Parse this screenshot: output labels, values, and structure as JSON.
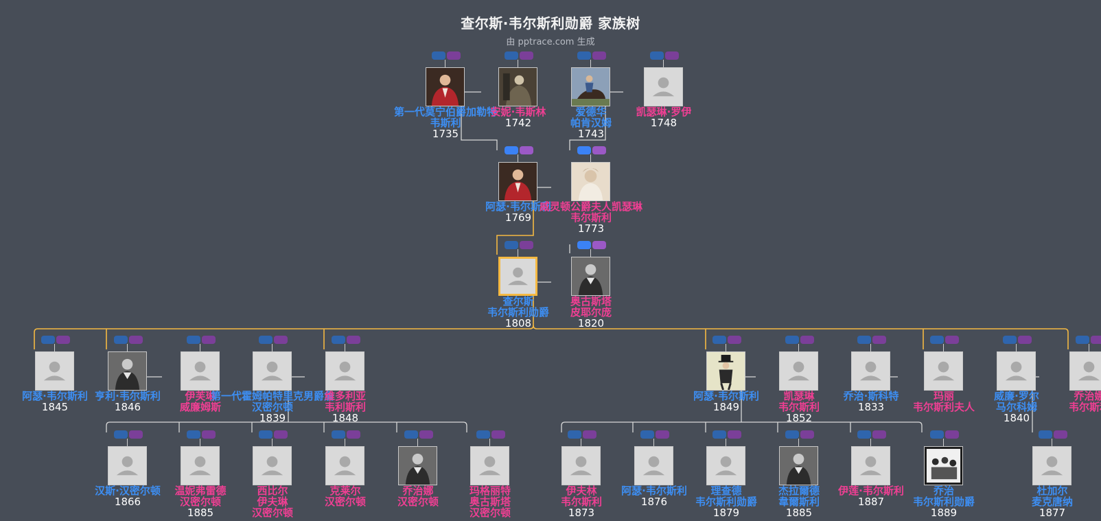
{
  "title": "查尔斯·韦尔斯利勋爵 家族树",
  "subtitle": "由 pptrace.com 生成",
  "colors": {
    "background": "#474d57",
    "male": "#3d8ef2",
    "female": "#ef3f93",
    "lineage": "#f5b942"
  },
  "people": [
    {
      "id": "p1",
      "lines": [
        "第一代莫宁伯爵加勒特",
        "韦斯利"
      ],
      "year": "1735",
      "gender": "m",
      "photo": "portrait-red"
    },
    {
      "id": "p2",
      "lines": [
        "安妮·韦斯林"
      ],
      "year": "1742",
      "gender": "f",
      "photo": "portrait-dark"
    },
    {
      "id": "p3",
      "lines": [
        "爱德华",
        "帕肯汉姆"
      ],
      "year": "1743",
      "gender": "m",
      "photo": "portrait-horse"
    },
    {
      "id": "p4",
      "lines": [
        "凯瑟琳·罗伊"
      ],
      "year": "1748",
      "gender": "f",
      "photo": "silhouette"
    },
    {
      "id": "p5",
      "lines": [
        "阿瑟·韦尔斯利"
      ],
      "year": "1769",
      "gender": "m",
      "photo": "portrait-red"
    },
    {
      "id": "p6",
      "lines": [
        "威灵顿公爵夫人凯瑟琳",
        "韦尔斯利"
      ],
      "year": "1773",
      "gender": "f",
      "photo": "portrait-sepia"
    },
    {
      "id": "p7",
      "lines": [
        "查尔斯",
        "韦尔斯利勋爵"
      ],
      "year": "1808",
      "gender": "m",
      "photo": "silhouette",
      "focus": true
    },
    {
      "id": "p8",
      "lines": [
        "奥古斯塔",
        "皮耶尔庞"
      ],
      "year": "1820",
      "gender": "f",
      "photo": "portrait-bw"
    },
    {
      "id": "p9",
      "lines": [
        "阿瑟·韦尔斯利"
      ],
      "year": "1845",
      "gender": "m",
      "photo": "silhouette"
    },
    {
      "id": "p10",
      "lines": [
        "亨利·韦尔斯利"
      ],
      "year": "1846",
      "gender": "m",
      "photo": "portrait-bw"
    },
    {
      "id": "p11",
      "lines": [
        "伊芙琳",
        "威廉姆斯"
      ],
      "year": "",
      "gender": "f",
      "photo": "silhouette"
    },
    {
      "id": "p12",
      "lines": [
        "第一代霍姆帕特里克男爵詹",
        "汉密尔顿"
      ],
      "year": "1839",
      "gender": "m",
      "photo": "silhouette"
    },
    {
      "id": "p13",
      "lines": [
        "维多利亚",
        "韦利斯利"
      ],
      "year": "1848",
      "gender": "f",
      "photo": "silhouette"
    },
    {
      "id": "p14",
      "lines": [
        "阿瑟·韦尔斯利"
      ],
      "year": "1849",
      "gender": "m",
      "photo": "portrait-tophat"
    },
    {
      "id": "p15",
      "lines": [
        "凯瑟琳",
        "韦尔斯利"
      ],
      "year": "1852",
      "gender": "f",
      "photo": "silhouette"
    },
    {
      "id": "p16",
      "lines": [
        "乔治·斯科特"
      ],
      "year": "1833",
      "gender": "m",
      "photo": "silhouette"
    },
    {
      "id": "p17",
      "lines": [
        "玛丽",
        "韦尔斯利夫人"
      ],
      "year": "",
      "gender": "f",
      "photo": "silhouette"
    },
    {
      "id": "p18",
      "lines": [
        "威廉·罗尔",
        "马尔科姆"
      ],
      "year": "1840",
      "gender": "m",
      "photo": "silhouette"
    },
    {
      "id": "p19",
      "lines": [
        "乔治娜",
        "韦尔斯利"
      ],
      "year": "",
      "gender": "f",
      "photo": "silhouette"
    },
    {
      "id": "p20",
      "lines": [
        "汉斯·汉密尔顿"
      ],
      "year": "1866",
      "gender": "m",
      "photo": "silhouette"
    },
    {
      "id": "p21",
      "lines": [
        "温妮弗雷德",
        "汉密尔顿"
      ],
      "year": "1885",
      "gender": "f",
      "photo": "silhouette"
    },
    {
      "id": "p22",
      "lines": [
        "西比尔",
        "伊夫琳",
        "汉密尔顿"
      ],
      "year": "",
      "gender": "f",
      "photo": "silhouette"
    },
    {
      "id": "p23",
      "lines": [
        "克莱尔",
        "汉密尔顿"
      ],
      "year": "",
      "gender": "f",
      "photo": "silhouette"
    },
    {
      "id": "p24",
      "lines": [
        "乔治娜",
        "汉密尔顿"
      ],
      "year": "",
      "gender": "f",
      "photo": "portrait-bw"
    },
    {
      "id": "p25",
      "lines": [
        "玛格丽特",
        "奥古斯塔",
        "汉密尔顿"
      ],
      "year": "",
      "gender": "f",
      "photo": "silhouette"
    },
    {
      "id": "p26",
      "lines": [
        "伊夫林",
        "韦尔斯利"
      ],
      "year": "1873",
      "gender": "f",
      "photo": "silhouette"
    },
    {
      "id": "p27",
      "lines": [
        "阿瑟·韦尔斯利"
      ],
      "year": "1876",
      "gender": "m",
      "photo": "silhouette"
    },
    {
      "id": "p28",
      "lines": [
        "理查德",
        "韦尔斯利勋爵"
      ],
      "year": "1879",
      "gender": "m",
      "photo": "silhouette"
    },
    {
      "id": "p29",
      "lines": [
        "杰拉爾德",
        "韋爾斯利"
      ],
      "year": "1885",
      "gender": "m",
      "photo": "portrait-bw"
    },
    {
      "id": "p30",
      "lines": [
        "伊莲·韦尔斯利"
      ],
      "year": "1887",
      "gender": "f",
      "photo": "silhouette"
    },
    {
      "id": "p31",
      "lines": [
        "乔治",
        "韦尔斯利勋爵"
      ],
      "year": "1889",
      "gender": "m",
      "photo": "portrait-group"
    },
    {
      "id": "p32",
      "lines": [
        "杜加尔",
        "麦克唐纳"
      ],
      "year": "1877",
      "gender": "m",
      "photo": "silhouette"
    }
  ]
}
